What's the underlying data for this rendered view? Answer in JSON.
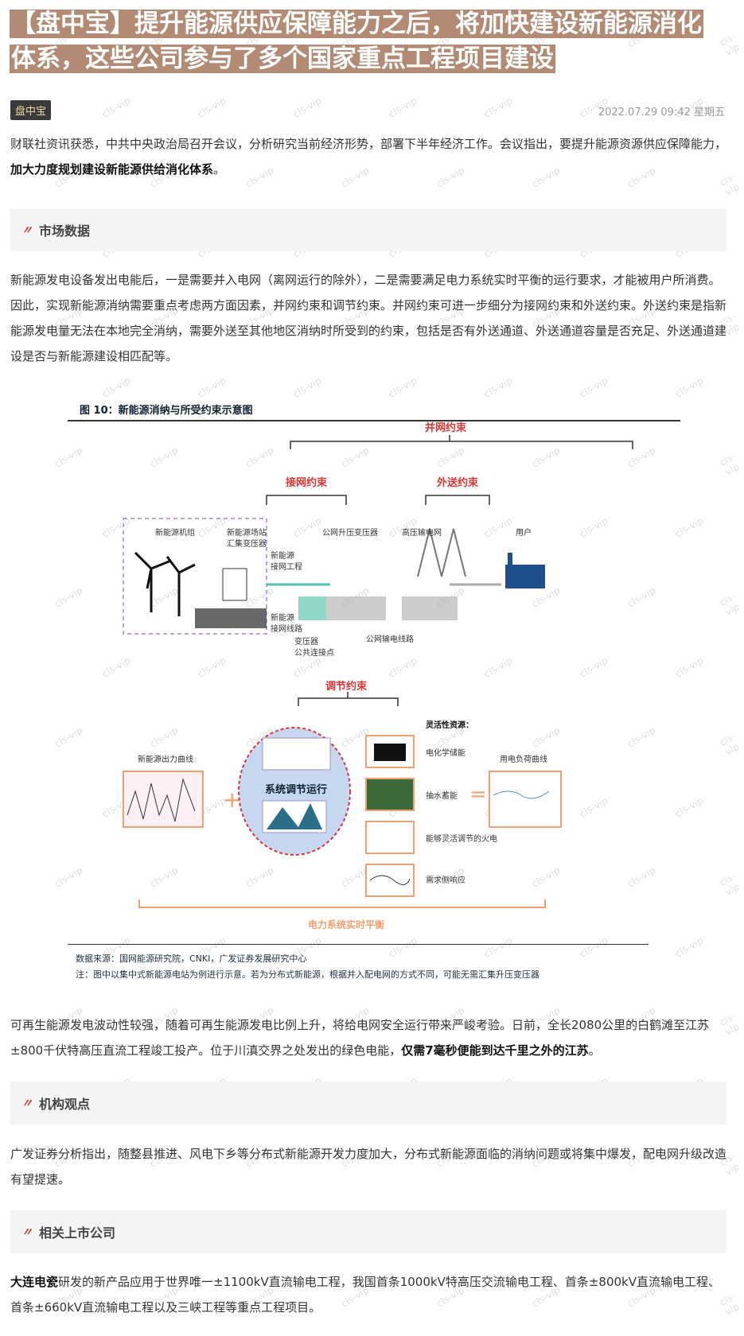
{
  "article": {
    "title": "【盘中宝】提升能源供应保障能力之后，将加快建设新能源消化体系，这些公司参与了多个国家重点工程项目建设",
    "tag": "盘中宝",
    "date": "2022.07.29 09:42 星期五"
  },
  "intro": {
    "text": "财联社资讯获悉，中共中央政治局召开会议，分析研究当前经济形势，部署下半年经济工作。会议指出，要提升能源资源供应保障能力，",
    "bold": "加大力度规划建设新能源供给消化体系",
    "tail": "。"
  },
  "sections": {
    "market": "市场数据",
    "views": "机构观点",
    "companies": "相关上市公司"
  },
  "market_text": "新能源发电设备发出电能后，一是需要并入电网（离网运行的除外），二是需要满足电力系统实时平衡的运行要求，才能被用户所消费。因此，实现新能源消纳需要重点考虑两方面因素，并网约束和调节约束。并网约束可进一步细分为接网约束和外送约束。外送约束是指新能源发电量无法在本地完全消纳，需要外送至其他地区消纳时所受到的约束，包括是否有外送通道、外送通道容量是否充足、外送通道建设是否与新能源建设相匹配等。",
  "figure": {
    "title": "图 10：新能源消纳与所受约束示意图",
    "grid": "并网约束",
    "access": "接网约束",
    "export": "外送约束",
    "wind": "新能源机组",
    "station": "新能源场站\n汇集变压器",
    "access_project": "新能源\n接网工程",
    "public_sub": "公网升压变压器",
    "hv_grid": "高压输电网",
    "user": "用户",
    "access_line": "新能源\n接网线路",
    "transformer": "变压器\n公共连接点",
    "public_line": "公网输电线路",
    "regulate": "调节约束",
    "flex": "灵活性资源：",
    "output_curve": "新能源出力曲线",
    "system": "系统调节运行",
    "battery": "电化学储能",
    "pumped": "抽水蓄能",
    "thermal": "能够灵活调节的火电",
    "demand": "需求侧响应",
    "load_curve": "用电负荷曲线",
    "balance": "电力系统实时平衡",
    "source": "数据来源：国网能源研究院，CNKI，广发证券发展研究中心",
    "note": "注：图中以集中式新能源电站为例进行示意。若为分布式新能源，根据并入配电网的方式不同，可能无需汇集升压变压器"
  },
  "para2": {
    "text": "可再生能源发电波动性较强，随着可再生能源发电比例上升，将给电网安全运行带来严峻考验。日前，全长2080公里的白鹤滩至江苏±800千伏特高压直流工程竣工投产。位于川滇交界之处发出的绿色电能，",
    "bold": "仅需7毫秒便能到达千里之外的江苏",
    "tail": "。"
  },
  "views_text": "广发证券分析指出，随整县推进、风电下乡等分布式新能源开发力度加大，分布式新能源面临的消纳问题或将集中爆发，配电网升级改造有望提速。",
  "company": {
    "name": "大连电瓷",
    "text": "研发的新产品应用于世界唯一±1100kV直流输电工程，我国首条1000kV特高压交流输电工程、首条±800kV直流输电工程、首条±660kV直流输电工程以及三峡工程等重点工程项目。"
  },
  "watermark": "cls-vip",
  "colors": {
    "title_bg": "#b38a74",
    "accent_red": "#c0392b",
    "section_bg": "#f4f4f4",
    "orange": "#f0a070",
    "teal": "#4fc4b0",
    "purple_dash": "#b9a3d9"
  }
}
